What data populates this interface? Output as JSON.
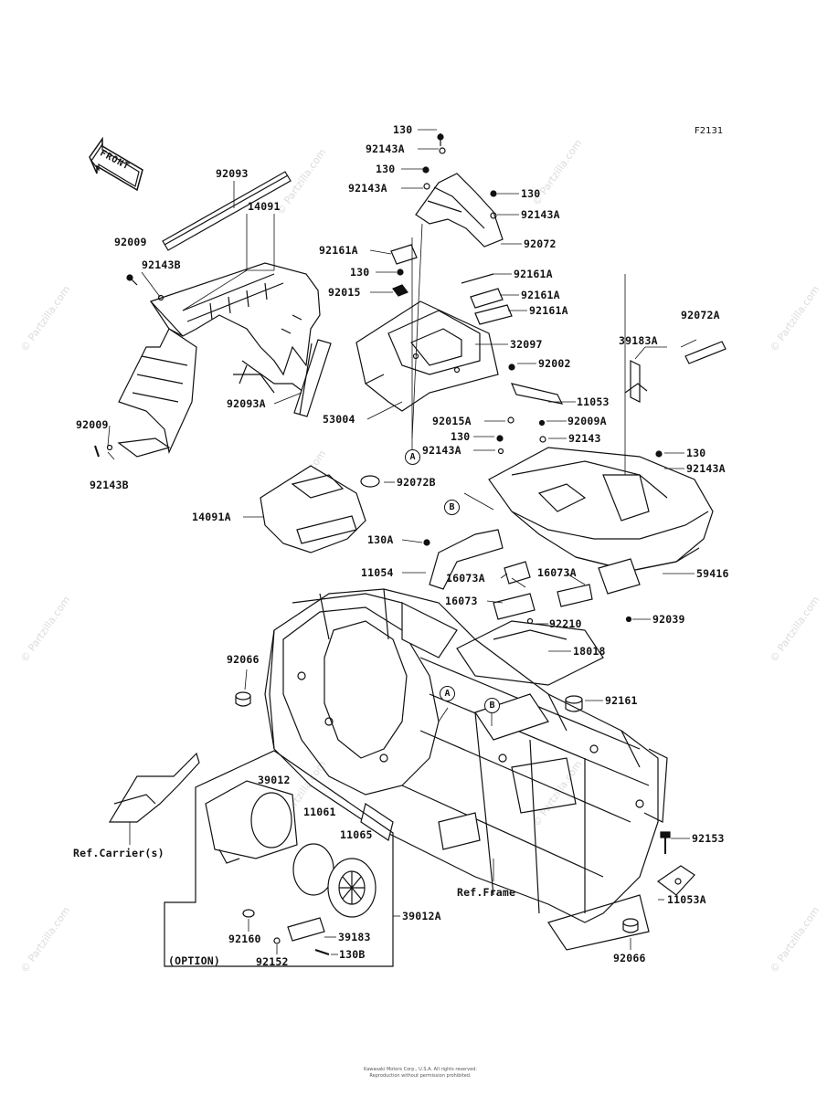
{
  "figure_code": "F2131",
  "front_label": "FRONT",
  "labels": {
    "l130_a": "130",
    "l92143a_a": "92143A",
    "l130_b": "130",
    "l92143a_b": "92143A",
    "l130_c": "130",
    "l92143a_c": "92143A",
    "l92072": "92072",
    "l92161a_a": "92161A",
    "l130_d": "130",
    "l92161a_b": "92161A",
    "l92015": "92015",
    "l92161a_c": "92161A",
    "l92161a_d": "92161A",
    "l32097": "32097",
    "l92093": "92093",
    "l14091": "14091",
    "l92009_a": "92009",
    "l92143b_a": "92143B",
    "l92093a": "92093A",
    "l53004": "53004",
    "l92009_b": "92009",
    "l92143b_b": "92143B",
    "l92072a": "92072A",
    "l39183a": "39183A",
    "l92002": "92002",
    "l11053": "11053",
    "l92015a": "92015A",
    "l92009a": "92009A",
    "l130_e": "130",
    "l92143": "92143",
    "l92143a_d": "92143A",
    "l130_f": "130",
    "l92143a_e": "92143A",
    "l14091a": "14091A",
    "l92072b": "92072B",
    "l130a": "130A",
    "l11054": "11054",
    "l16073a_a": "16073A",
    "l16073a_b": "16073A",
    "l16073": "16073",
    "l59416": "59416",
    "l92210": "92210",
    "l92039": "92039",
    "l18018": "18018",
    "l92066_a": "92066",
    "l92161": "92161",
    "l39012": "39012",
    "l11061": "11061",
    "l11065": "11065",
    "l92153": "92153",
    "l11053a": "11053A",
    "l39012a": "39012A",
    "l92160": "92160",
    "l39183": "39183",
    "l92152": "92152",
    "l130b": "130B",
    "l92066_b": "92066",
    "ref_carrier": "Ref.Carrier(s)",
    "ref_frame": "Ref.Frame",
    "option": "(OPTION)"
  },
  "callouts": {
    "a1": "A",
    "b1": "B",
    "a2": "A",
    "b2": "B"
  },
  "watermark": "© Partzilla.com",
  "copyright_line1": "Kawasaki Motors Corp., U.S.A. All rights reserved.",
  "copyright_line2": "Reproduction without permission prohibited."
}
